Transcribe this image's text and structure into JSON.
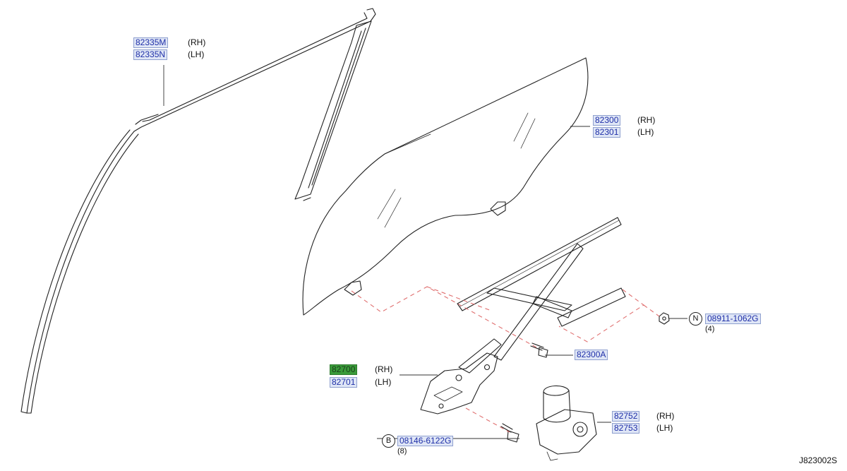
{
  "parts": {
    "moulding_rh": "82335M",
    "moulding_lh": "82335N",
    "glass_rh": "82300",
    "glass_lh": "82301",
    "regulator_rh": "82700",
    "regulator_lh": "82701",
    "motor_rh": "82752",
    "motor_lh": "82753",
    "bolt_glass": "82300A",
    "nut": "08911-1062G",
    "bolt_regulator": "08146-6122G"
  },
  "labels": {
    "rh": "(RH)",
    "lh": "(LH)",
    "nut_marker": "N",
    "bolt_marker": "B",
    "nut_qty": "(4)",
    "bolt_qty": "(8)"
  },
  "reference_code": "J823002S",
  "colors": {
    "link": "#1f2fa8",
    "highlight": "#3a9b3a",
    "dash": "#e07070"
  }
}
